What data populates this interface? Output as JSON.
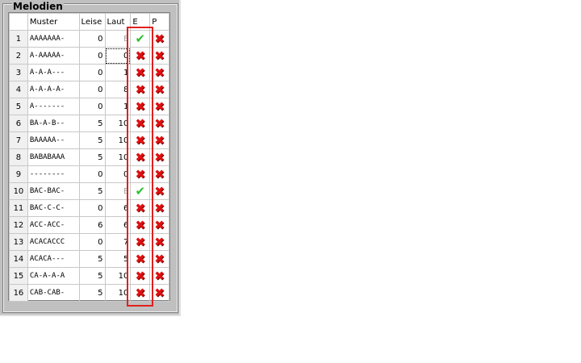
{
  "group_title": "Melodien",
  "columns": [
    "",
    "Muster",
    "Leise",
    "Laut",
    "E",
    "P"
  ],
  "rows": [
    {
      "n": "1",
      "muster": "AAAAAAA-",
      "leise": "0",
      "laut": "E",
      "e": "check",
      "p": "cross"
    },
    {
      "n": "2",
      "muster": "A-AAAAA-",
      "leise": "0",
      "laut": "0",
      "e": "cross",
      "p": "cross"
    },
    {
      "n": "3",
      "muster": "A-A-A---",
      "leise": "0",
      "laut": "1",
      "e": "cross",
      "p": "cross"
    },
    {
      "n": "4",
      "muster": "A-A-A-A-",
      "leise": "0",
      "laut": "8",
      "e": "cross",
      "p": "cross"
    },
    {
      "n": "5",
      "muster": "A-------",
      "leise": "0",
      "laut": "1",
      "e": "cross",
      "p": "cross"
    },
    {
      "n": "6",
      "muster": "BA-A-B--",
      "leise": "5",
      "laut": "10",
      "e": "cross",
      "p": "cross"
    },
    {
      "n": "7",
      "muster": "BAAAAA--",
      "leise": "5",
      "laut": "10",
      "e": "cross",
      "p": "cross"
    },
    {
      "n": "8",
      "muster": "BABABAAA",
      "leise": "5",
      "laut": "10",
      "e": "cross",
      "p": "cross"
    },
    {
      "n": "9",
      "muster": "--------",
      "leise": "0",
      "laut": "0",
      "e": "cross",
      "p": "cross"
    },
    {
      "n": "10",
      "muster": "BAC-BAC-",
      "leise": "5",
      "laut": "E",
      "e": "check",
      "p": "cross"
    },
    {
      "n": "11",
      "muster": "BAC-C-C-",
      "leise": "0",
      "laut": "6",
      "e": "cross",
      "p": "cross"
    },
    {
      "n": "12",
      "muster": "ACC-ACC-",
      "leise": "6",
      "laut": "6",
      "e": "cross",
      "p": "cross"
    },
    {
      "n": "13",
      "muster": "ACACACCC",
      "leise": "0",
      "laut": "7",
      "e": "cross",
      "p": "cross"
    },
    {
      "n": "14",
      "muster": "ACACA---",
      "leise": "5",
      "laut": "5",
      "e": "cross",
      "p": "cross"
    },
    {
      "n": "15",
      "muster": "CA-A-A-A",
      "leise": "5",
      "laut": "10",
      "e": "cross",
      "p": "cross"
    },
    {
      "n": "16",
      "muster": "CAB-CAB-",
      "leise": "5",
      "laut": "10",
      "e": "cross",
      "p": "cross"
    }
  ],
  "colors": {
    "highlight": "#e02020",
    "check": "#30c030",
    "cross": "#e01010"
  }
}
